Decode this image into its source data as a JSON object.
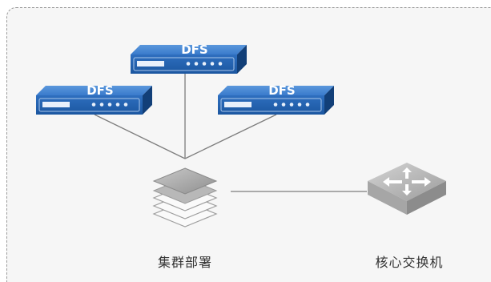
{
  "devices": [
    {
      "id": "dfs-top",
      "label": "DFS"
    },
    {
      "id": "dfs-left",
      "label": "DFS"
    },
    {
      "id": "dfs-right",
      "label": "DFS"
    }
  ],
  "cluster": {
    "label": "集群部署"
  },
  "core_switch": {
    "label": "核心交换机"
  },
  "colors": {
    "device_blue": "#1f5fae",
    "device_dark": "#144a8c",
    "device_light": "#4f8fd6",
    "line": "#7a7a7a",
    "panel_bg": "#f6f6f6",
    "switch_body": "#bcbcbc"
  }
}
